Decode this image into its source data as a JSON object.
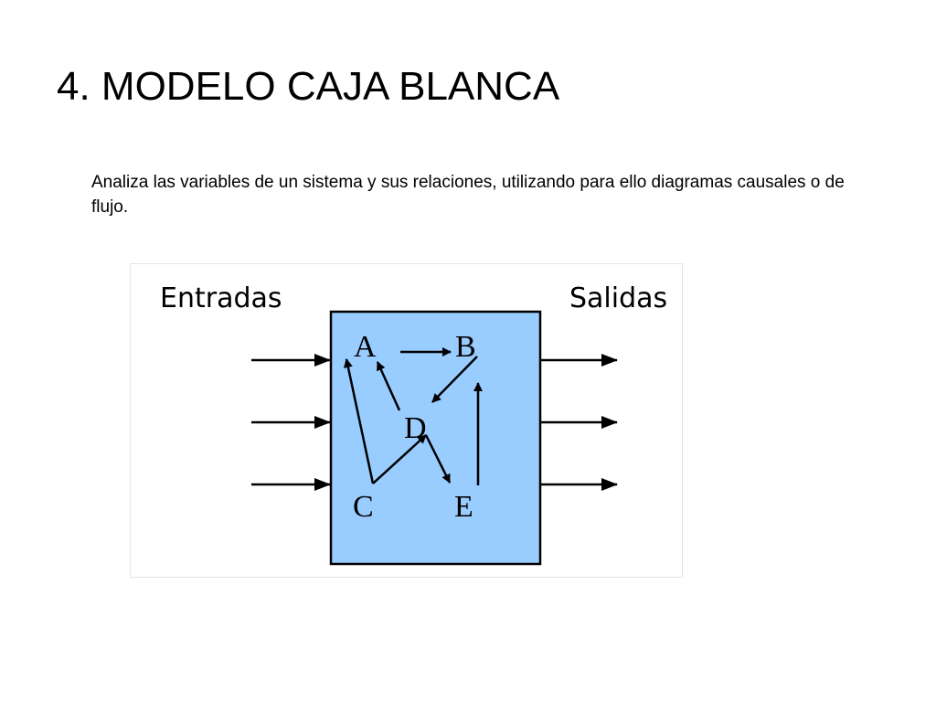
{
  "slide": {
    "title": "4. MODELO CAJA BLANCA",
    "body": "Analiza las variables de un sistema y sus relaciones, utilizando para ello diagramas causales o de flujo."
  },
  "diagram": {
    "inputs_label": "Entradas",
    "outputs_label": "Salidas",
    "nodes": {
      "a": "A",
      "b": "B",
      "c": "C",
      "d": "D",
      "e": "E"
    },
    "colors": {
      "box_fill": "#99ccff",
      "stroke": "#000000"
    }
  }
}
